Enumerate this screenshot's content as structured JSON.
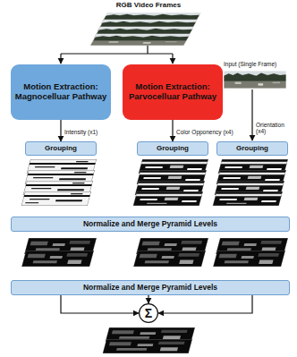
{
  "diagram": {
    "nodes": [
      {
        "text": [
          "Motion Extraction: Magnocelluar Pathway"
        ]
      },
      {
        "text": [
          "Motion Extraction: Parvocelluar Pathway"
        ]
      },
      {
        "text": [
          "Grouping"
        ]
      },
      {
        "text": [
          "Grouping"
        ]
      },
      {
        "text": [
          "Grouping"
        ]
      },
      {
        "text": [
          "Normalize and Merge Pyramid Levels"
        ]
      },
      {
        "text": [
          "Normalize and Merge Pyramid Levels"
        ]
      },
      {
        "text": [
          "Σ"
        ]
      }
    ],
    "edges": [
      {
        "from": 0,
        "to": 2,
        "arrow": "to"
      },
      {
        "from": 1,
        "to": 3,
        "arrow": "to"
      },
      {
        "from": 6,
        "to": 7,
        "arrow": "to"
      },
      {
        "from": 6,
        "to": 7,
        "arrow": "to"
      },
      {
        "from": 6,
        "to": 7,
        "arrow": "to"
      }
    ],
    "labels": [
      "RGB Video Frames",
      "Input (Single Frame)",
      "Intensity (x1)",
      "Color Opponency (x4)",
      "Orientation (x4)"
    ]
  }
}
